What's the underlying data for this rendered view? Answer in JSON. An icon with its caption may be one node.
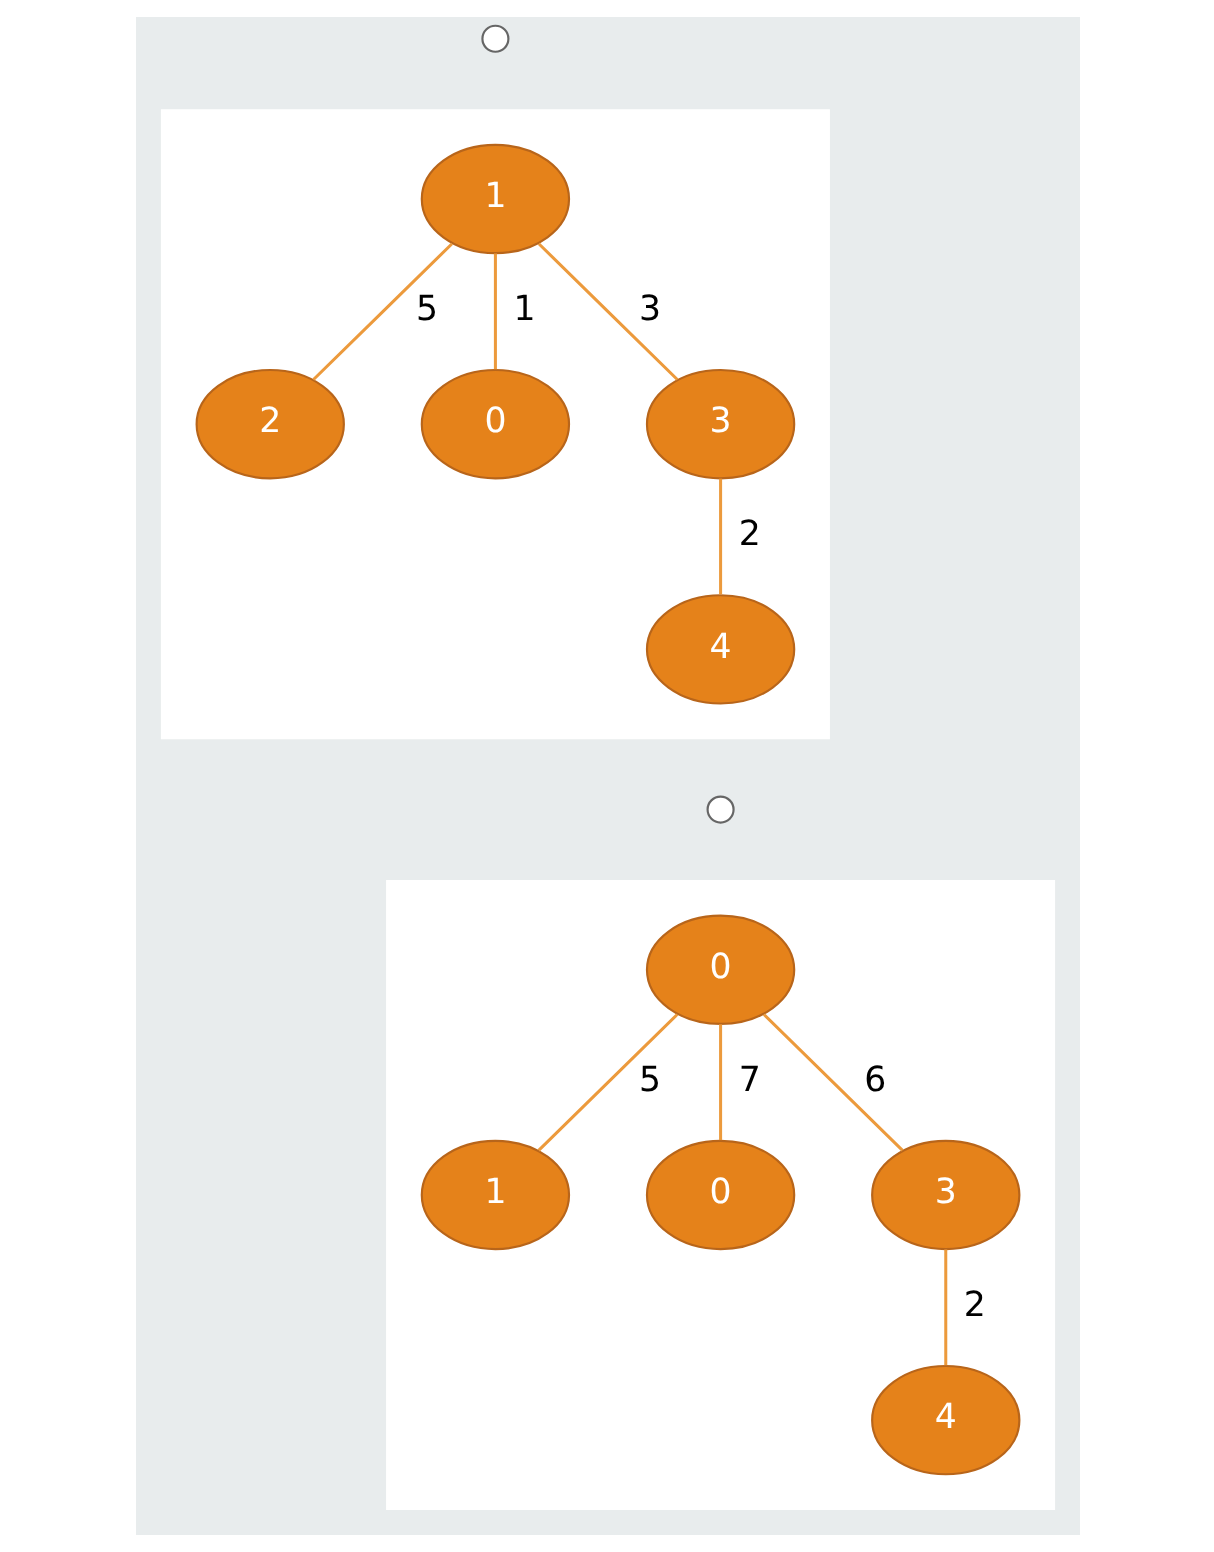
{
  "diagram": {
    "nodes": [
      {
        "text": [],
        "shape": "circle"
      },
      {
        "text": [],
        "shape": "box"
      },
      {
        "text": [
          "1"
        ],
        "in": 1
      },
      {
        "text": [
          "2"
        ],
        "in": 1
      },
      {
        "text": [
          "0"
        ],
        "in": 1
      },
      {
        "text": [
          "3"
        ],
        "in": 1
      },
      {
        "text": [
          "4"
        ],
        "in": 1
      },
      {
        "text": [],
        "shape": "circle"
      },
      {
        "text": [],
        "shape": "box"
      },
      {
        "text": [
          "0"
        ],
        "in": 8
      },
      {
        "text": [
          "1"
        ],
        "in": 8
      },
      {
        "text": [
          "0"
        ],
        "in": 8
      },
      {
        "text": [
          "3"
        ],
        "in": 8
      },
      {
        "text": [
          "4"
        ],
        "in": 8
      }
    ],
    "edges": [
      {
        "from": 2,
        "to": 3,
        "arrow": "none",
        "label": "5"
      },
      {
        "from": 2,
        "to": 4,
        "arrow": "none",
        "label": "1"
      },
      {
        "from": 2,
        "to": 5,
        "arrow": "none",
        "label": "3"
      },
      {
        "from": 5,
        "to": 6,
        "arrow": "none",
        "label": "2"
      },
      {
        "from": 9,
        "to": 10,
        "arrow": "none",
        "label": "5"
      },
      {
        "from": 9,
        "to": 11,
        "arrow": "none",
        "label": "7"
      },
      {
        "from": 9,
        "to": 12,
        "arrow": "none",
        "label": "6"
      },
      {
        "from": 12,
        "to": 13,
        "arrow": "none",
        "label": "2"
      }
    ]
  }
}
